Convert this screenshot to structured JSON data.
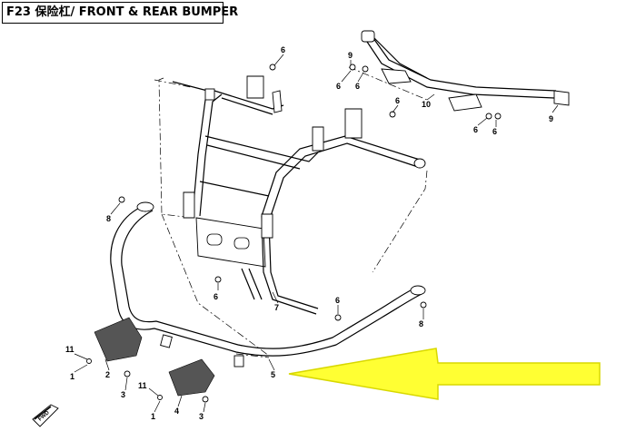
{
  "header": {
    "title": "F23 保险杠/ FRONT & REAR BUMPER"
  },
  "callouts": {
    "c1a": "1",
    "c1b": "1",
    "c2": "2",
    "c3a": "3",
    "c3b": "3",
    "c4": "4",
    "c5": "5",
    "c6a": "6",
    "c6b": "6",
    "c6c": "6",
    "c6d": "6",
    "c6e": "6",
    "c6f": "6",
    "c6g": "6",
    "c6h": "6",
    "c7": "7",
    "c8a": "8",
    "c8b": "8",
    "c9a": "9",
    "c9b": "9",
    "c10": "10",
    "c11a": "11",
    "c11b": "11"
  },
  "badge_text": "FWD",
  "colors": {
    "arrow": "#ffff33",
    "arrow_outline": "#d8d800",
    "ink": "#000000"
  }
}
